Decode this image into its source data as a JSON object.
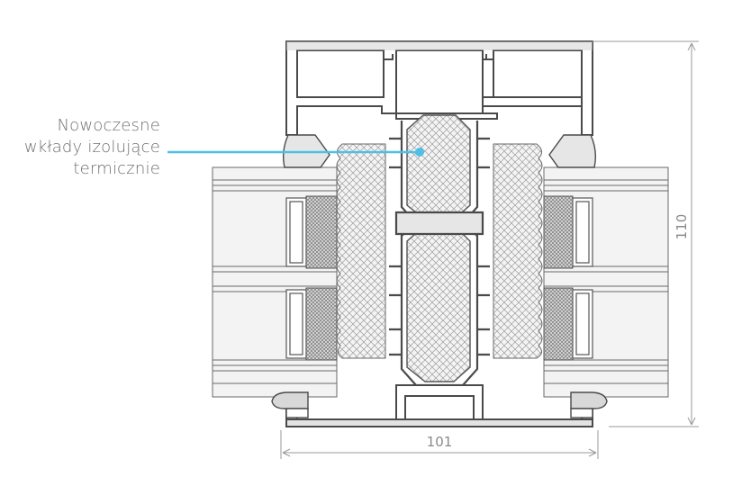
{
  "callout": {
    "line1": "Nowoczesne",
    "line2": "wkłady izolujące",
    "line3": "termicznie"
  },
  "dimensions": {
    "width": "101",
    "height": "110"
  },
  "colors": {
    "profile_stroke": "#555555",
    "profile_fill": "#e6e6e6",
    "glass_fill": "#f2f2f2",
    "insulation_hatch": "#999999",
    "callout_line": "#4ec0e6",
    "dimension_line": "#9a9a9a",
    "callout_text": "#6e6e6e"
  }
}
